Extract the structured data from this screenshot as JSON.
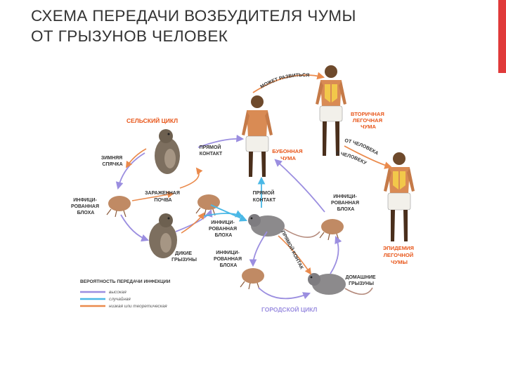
{
  "title": {
    "line1": "СХЕМА ПЕРЕДАЧИ ВОЗБУДИТЕЛЯ ЧУМЫ",
    "line2": "ОТ ГРЫЗУНОВ ЧЕЛОВЕК"
  },
  "colors": {
    "accent": "#e03a3a",
    "high": "#9b8ee0",
    "occasional": "#4ab8e6",
    "low": "#ea8a4c",
    "cycle_label": "#e8561a"
  },
  "diagram": {
    "rural_cycle": "СЕЛЬСКИЙ ЦИКЛ",
    "urban_cycle": "ГОРОДСКОЙ ЦИКЛ",
    "may_develop": "МОЖЕТ РАЗВИТЬСЯ",
    "secondary_pneumonic": [
      "ВТОРИЧНАЯ",
      "ЛЕГОЧНАЯ",
      "ЧУМА"
    ],
    "bubonic_plague": [
      "БУБОННАЯ",
      "ЧУМА"
    ],
    "person_to_person_1": "ОТ ЧЕЛОВЕКА",
    "person_to_person_2": "К ЧЕЛОВЕКУ",
    "pneumonic_epidemic": [
      "ЭПИДЕМИЯ",
      "ЛЕГОЧНОЙ",
      "ЧУМЫ"
    ],
    "hibernation": [
      "ЗИМНЯЯ",
      "СПЯЧКА"
    ],
    "direct_contact_top": [
      "ПРЯМОЙ",
      "КОНТАКТ"
    ],
    "infected_flea_left": [
      "ИНФИЦИ-",
      "РОВАННАЯ",
      "БЛОХА"
    ],
    "infected_soil": [
      "ЗАРАЖЕННАЯ",
      "ПОЧВА"
    ],
    "direct_contact_mid": [
      "ПРЯМОЙ",
      "КОНТАКТ"
    ],
    "infected_flea_right": [
      "ИНФИЦИ-",
      "РОВАННАЯ",
      "БЛОХА"
    ],
    "infected_flea_center": [
      "ИНФИЦИ-",
      "РОВАННАЯ",
      "БЛОХА"
    ],
    "wild_rodents": [
      "ДИКИЕ",
      "ГРЫЗУНЫ"
    ],
    "direct_contact_diag": "ПРЯМОЙ КОНТАКТ",
    "infected_flea_bottom": [
      "ИНФИЦИ-",
      "РОВАННАЯ",
      "БЛОХА"
    ],
    "domestic_rodents": [
      "ДОМАШНИЕ",
      "ГРЫЗУНЫ"
    ]
  },
  "legend": {
    "title": "ВЕРОЯТНОСТЬ ПЕРЕДАЧИ ИНФЕКЦИИ",
    "items": [
      {
        "label": "высокая",
        "color": "#9b8ee0"
      },
      {
        "label": "случайная",
        "color": "#4ab8e6"
      },
      {
        "label": "низкая или теоретическая",
        "color": "#ea8a4c"
      }
    ]
  }
}
